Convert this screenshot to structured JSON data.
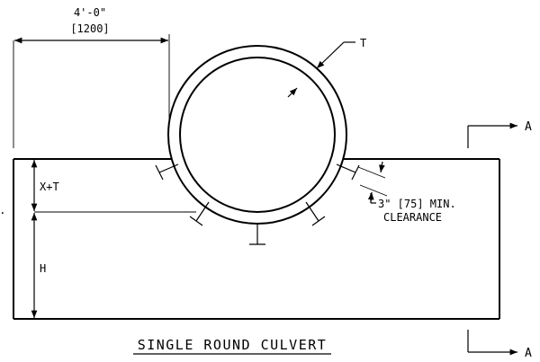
{
  "dimension_top": {
    "line1": "4'-0\"",
    "line2": "[1200]"
  },
  "thickness_label": "T",
  "section_marker": "A",
  "left_cut_text": "N.",
  "cover_label": "X+T",
  "height_label": "H",
  "clearance": {
    "line1": "3\"  [75] MIN.",
    "line2": "CLEARANCE"
  },
  "title": "SINGLE ROUND CULVERT"
}
